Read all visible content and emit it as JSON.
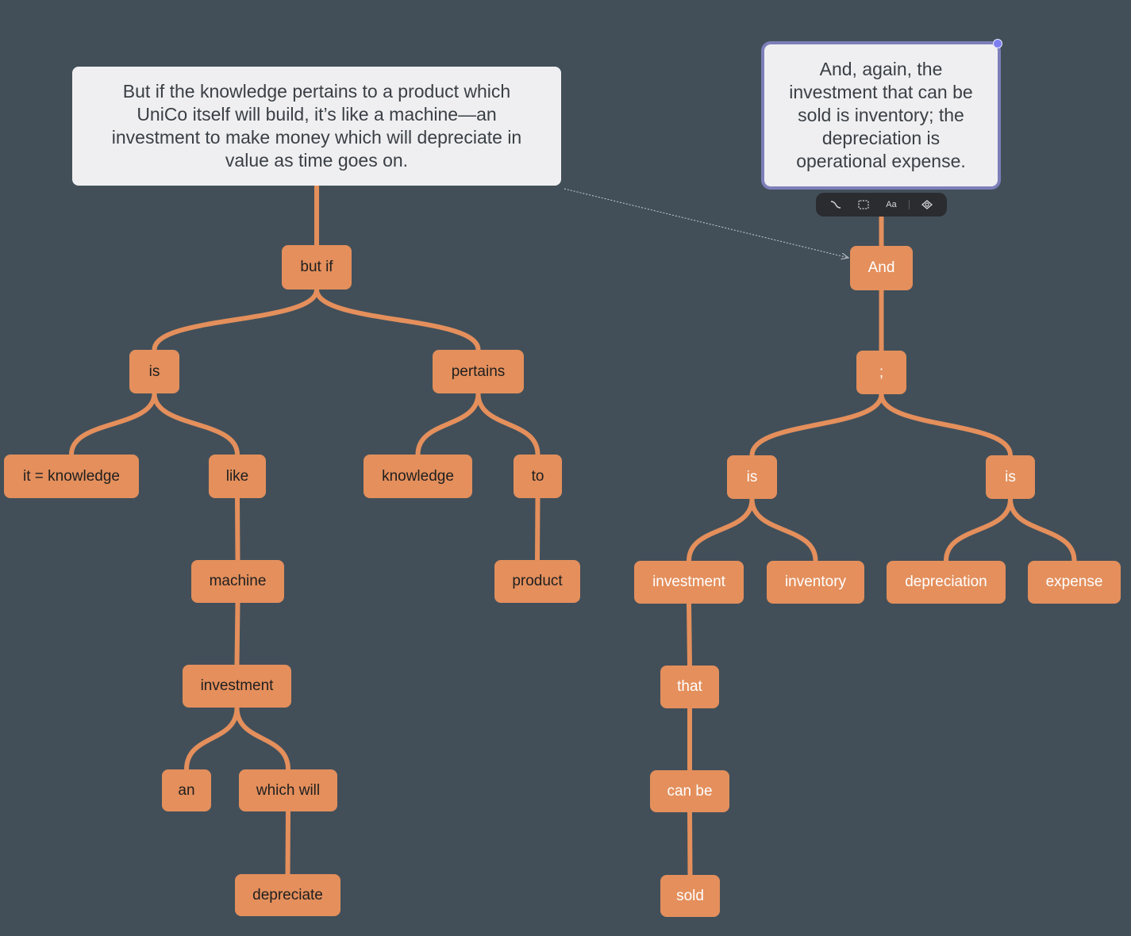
{
  "colors": {
    "background": "#424f59",
    "node_fill": "#e48f5c",
    "link": "#e48f5c",
    "callout_fill": "#efeff1",
    "selection": "#7c7fb9"
  },
  "callouts": {
    "left": "But if the knowledge pertains to a product which UniCo itself will build, it’s like a machine—an investment to make money which will depreciate in value as time goes on.",
    "right": "And, again, the investment that can be sold is inventory; the depreciation is operational expense."
  },
  "toolbar": {
    "connector_icon": "connector-icon",
    "frame_icon": "frame-icon",
    "text_style_label": "Aa",
    "hide_icon": "eye-off-icon"
  },
  "tree_left": {
    "root": "but if",
    "is": "is",
    "pertains": "pertains",
    "it_knowledge": "it = knowledge",
    "like": "like",
    "knowledge": "knowledge",
    "to": "to",
    "machine": "machine",
    "product": "product",
    "investment": "investment",
    "an": "an",
    "which_will": "which will",
    "depreciate": "depreciate"
  },
  "tree_right": {
    "root": "And",
    "semicolon": ";",
    "is_1": "is",
    "is_2": "is",
    "investment": "investment",
    "inventory": "inventory",
    "depreciation": "depreciation",
    "expense": "expense",
    "that": "that",
    "can_be": "can be",
    "sold": "sold"
  }
}
